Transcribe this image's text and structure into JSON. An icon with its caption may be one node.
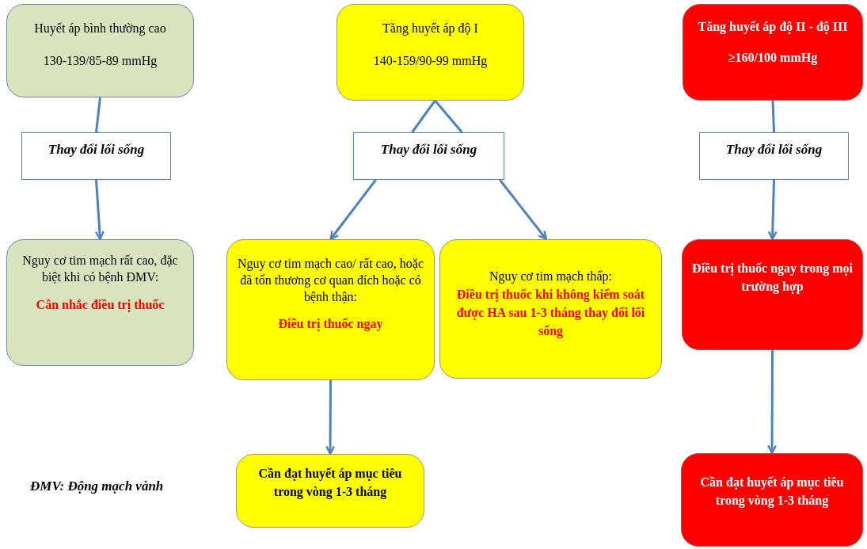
{
  "diagram": {
    "nodes": [
      {
        "text": [
          "Huyết áp bình thường cao",
          "130-139/85-89 mmHg"
        ]
      },
      {
        "text": [
          "Thay đổi lối sống"
        ]
      },
      {
        "text": [
          "Nguy cơ tim mạch rất cao, đặc biệt khi có bệnh ĐMV:",
          "Cân nhắc điều trị thuốc"
        ]
      },
      {
        "text": [
          "Tăng huyết áp độ I",
          "140-159/90-99 mmHg"
        ]
      },
      {
        "text": [
          "Thay đổi lối sống"
        ]
      },
      {
        "text": [
          "Nguy cơ tim mạch cao/ rất cao, hoặc đã tổn thương cơ quan đích hoặc có bệnh thận:",
          "Điều trị thuốc ngay"
        ]
      },
      {
        "text": [
          "Nguy cơ tim mạch thấp:",
          "Điều trị thuốc khi không kiểm soát được HA sau 1-3 tháng thay đổi lối sống"
        ]
      },
      {
        "text": [
          "Cần đạt huyết áp mục tiêu trong vòng 1-3 tháng"
        ]
      },
      {
        "text": [
          "Tăng huyết áp độ II - độ III",
          "≥160/100 mmHg"
        ]
      },
      {
        "text": [
          "Thay đổi lối sống"
        ]
      },
      {
        "text": [
          "Điều trị thuốc ngay trong mọi trường hợp"
        ]
      },
      {
        "text": [
          "Cần đạt huyết áp mục tiêu trong vòng 1-3 tháng"
        ]
      }
    ],
    "edges": [
      {
        "from": 0,
        "to": 1,
        "arrow": "none"
      },
      {
        "from": 1,
        "to": 2,
        "arrow": "to"
      },
      {
        "from": 3,
        "to": 4,
        "arrow": "none"
      },
      {
        "from": 4,
        "to": 5,
        "arrow": "to"
      },
      {
        "from": 4,
        "to": 6,
        "arrow": "to"
      },
      {
        "from": 5,
        "to": 7,
        "arrow": "to"
      },
      {
        "from": 8,
        "to": 9,
        "arrow": "none"
      },
      {
        "from": 9,
        "to": 10,
        "arrow": "to"
      },
      {
        "from": 10,
        "to": 11,
        "arrow": "to"
      }
    ],
    "labels": [
      "ĐMV: Động mạch vành"
    ]
  }
}
